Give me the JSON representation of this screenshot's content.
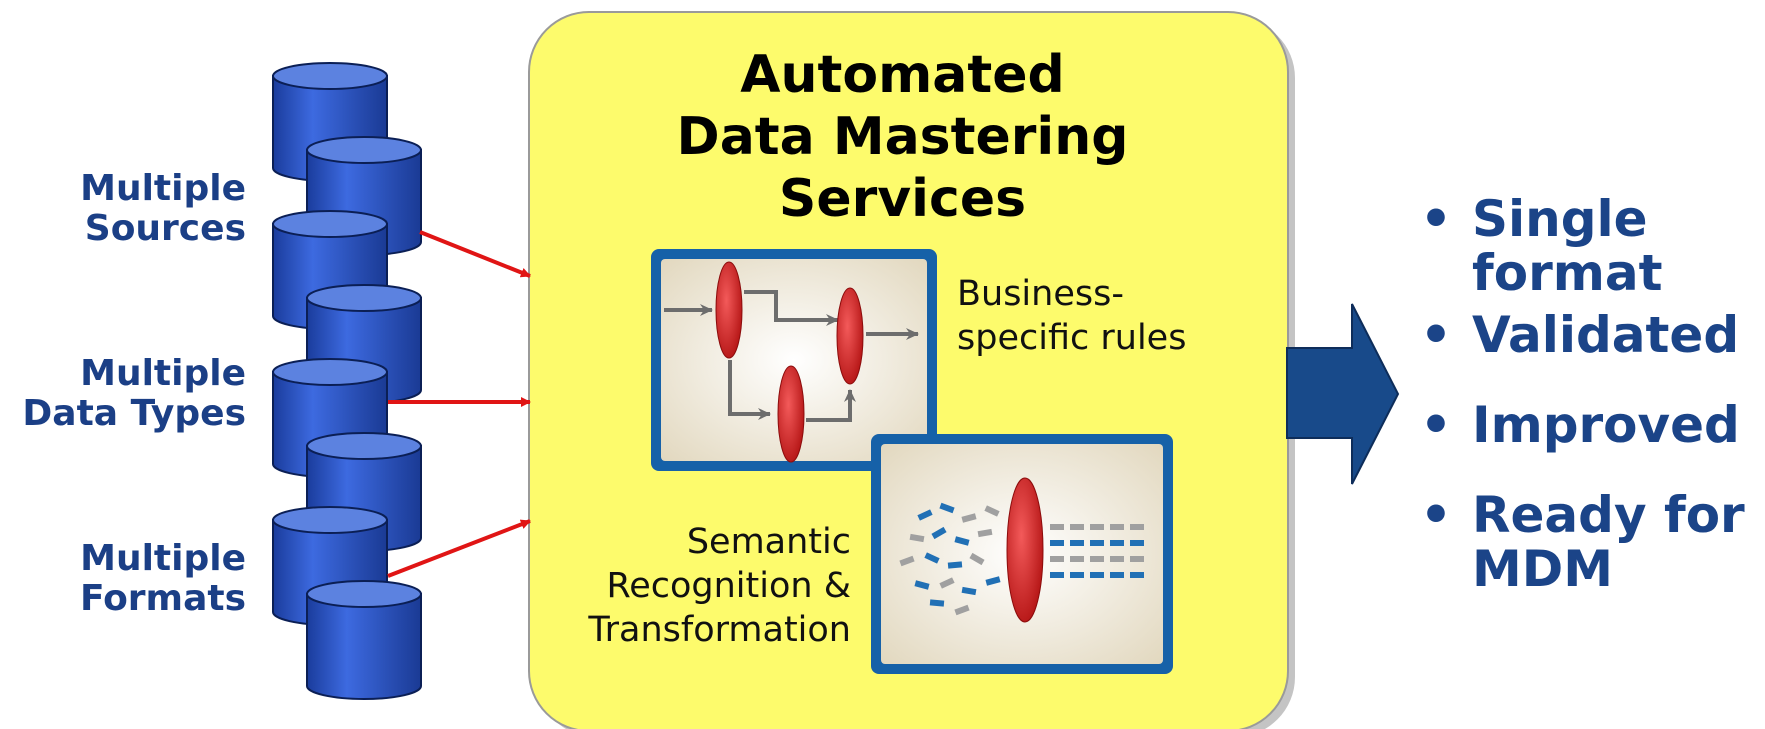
{
  "title": [
    "Automated",
    "Data Mastering",
    "Services"
  ],
  "inputs": [
    {
      "line1": "Multiple",
      "line2": "Sources"
    },
    {
      "line1": "Multiple",
      "line2": "Data Types"
    },
    {
      "line1": "Multiple",
      "line2": "Formats"
    }
  ],
  "rules_caption": [
    "Business-",
    "specific rules"
  ],
  "semantic_caption": [
    "Semantic",
    "Recognition &",
    "Transformation"
  ],
  "outputs": [
    {
      "bullet": "•",
      "lines": [
        "Single",
        "format"
      ]
    },
    {
      "bullet": "•",
      "lines": [
        "Validated"
      ]
    },
    {
      "bullet": "•",
      "lines": [
        "Improved"
      ]
    },
    {
      "bullet": "•",
      "lines": [
        "Ready for",
        "MDM"
      ]
    }
  ],
  "colors": {
    "panel": "#fdfb6c",
    "panel_border": "#9a9a9a",
    "cylinder": "#2a56c8",
    "cylinder_top": "#5c82e0",
    "arrow_red": "#e01515",
    "big_arrow": "#184a8a",
    "label_blue": "#1b3f86",
    "frame_blue": "#1661a8",
    "lens_red": "#cc1f1f",
    "dash_blue": "#2170b5",
    "dash_gray": "#a0a0a0"
  },
  "icons": [
    "database-icon",
    "flow-rules-icon",
    "semantic-transform-icon",
    "output-arrow-icon"
  ]
}
